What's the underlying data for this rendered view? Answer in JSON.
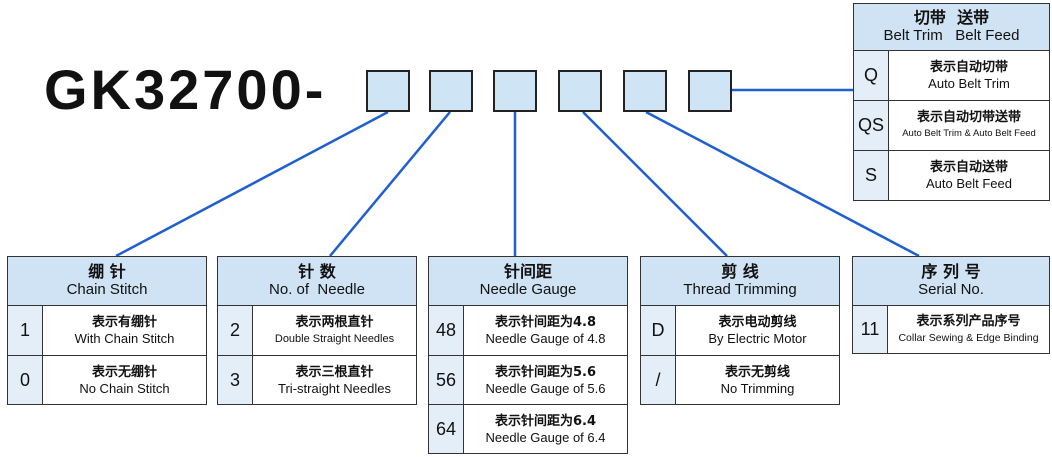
{
  "model": "GK32700-",
  "colors": {
    "line": "#1f5fd0",
    "slot_fill": "#cfe4f5",
    "table_fill": "#dbeaf6"
  },
  "tables": {
    "chain": {
      "title_cn": "绷 针",
      "title_en": "Chain Stitch",
      "rows": [
        {
          "code": "1",
          "cn": "表示有绷针",
          "en": "With Chain Stitch"
        },
        {
          "code": "0",
          "cn": "表示无绷针",
          "en": "No Chain Stitch"
        }
      ]
    },
    "needle": {
      "title_cn": "针 数",
      "title_en": "No. of  Needle",
      "rows": [
        {
          "code": "2",
          "cn": "表示两根直针",
          "en": "Double Straight Needles"
        },
        {
          "code": "3",
          "cn": "表示三根直针",
          "en": "Tri-straight Needles"
        }
      ]
    },
    "gauge": {
      "title_cn": "针间距",
      "title_en": "Needle Gauge",
      "rows": [
        {
          "code": "48",
          "cn": "表示针间距为4.8",
          "en": "Needle Gauge of 4.8"
        },
        {
          "code": "56",
          "cn": "表示针间距为5.6",
          "en": "Needle Gauge of 5.6"
        },
        {
          "code": "64",
          "cn": "表示针间距为6.4",
          "en": "Needle Gauge of 6.4"
        }
      ]
    },
    "trim": {
      "title_cn": "剪 线",
      "title_en": "Thread Trimming",
      "rows": [
        {
          "code": "D",
          "cn": "表示电动剪线",
          "en": "By Electric Motor"
        },
        {
          "code": "/",
          "cn": "表示无剪线",
          "en": "No Trimming"
        }
      ]
    },
    "serial": {
      "title_cn": "序 列 号",
      "title_en": "Serial No.",
      "rows": [
        {
          "code": "11",
          "cn": "表示系列产品序号",
          "en": "Collar Sewing & Edge Binding"
        }
      ]
    },
    "belt": {
      "title_cn": "切带  送带",
      "title_en": "Belt Trim   Belt Feed",
      "rows": [
        {
          "code": "Q",
          "cn": "表示自动切带",
          "en": "Auto Belt Trim"
        },
        {
          "code": "QS",
          "cn": "表示自动切带送带",
          "en": "Auto Belt Trim & Auto Belt Feed"
        },
        {
          "code": "S",
          "cn": "表示自动送带",
          "en": "Auto Belt Feed"
        }
      ]
    }
  }
}
